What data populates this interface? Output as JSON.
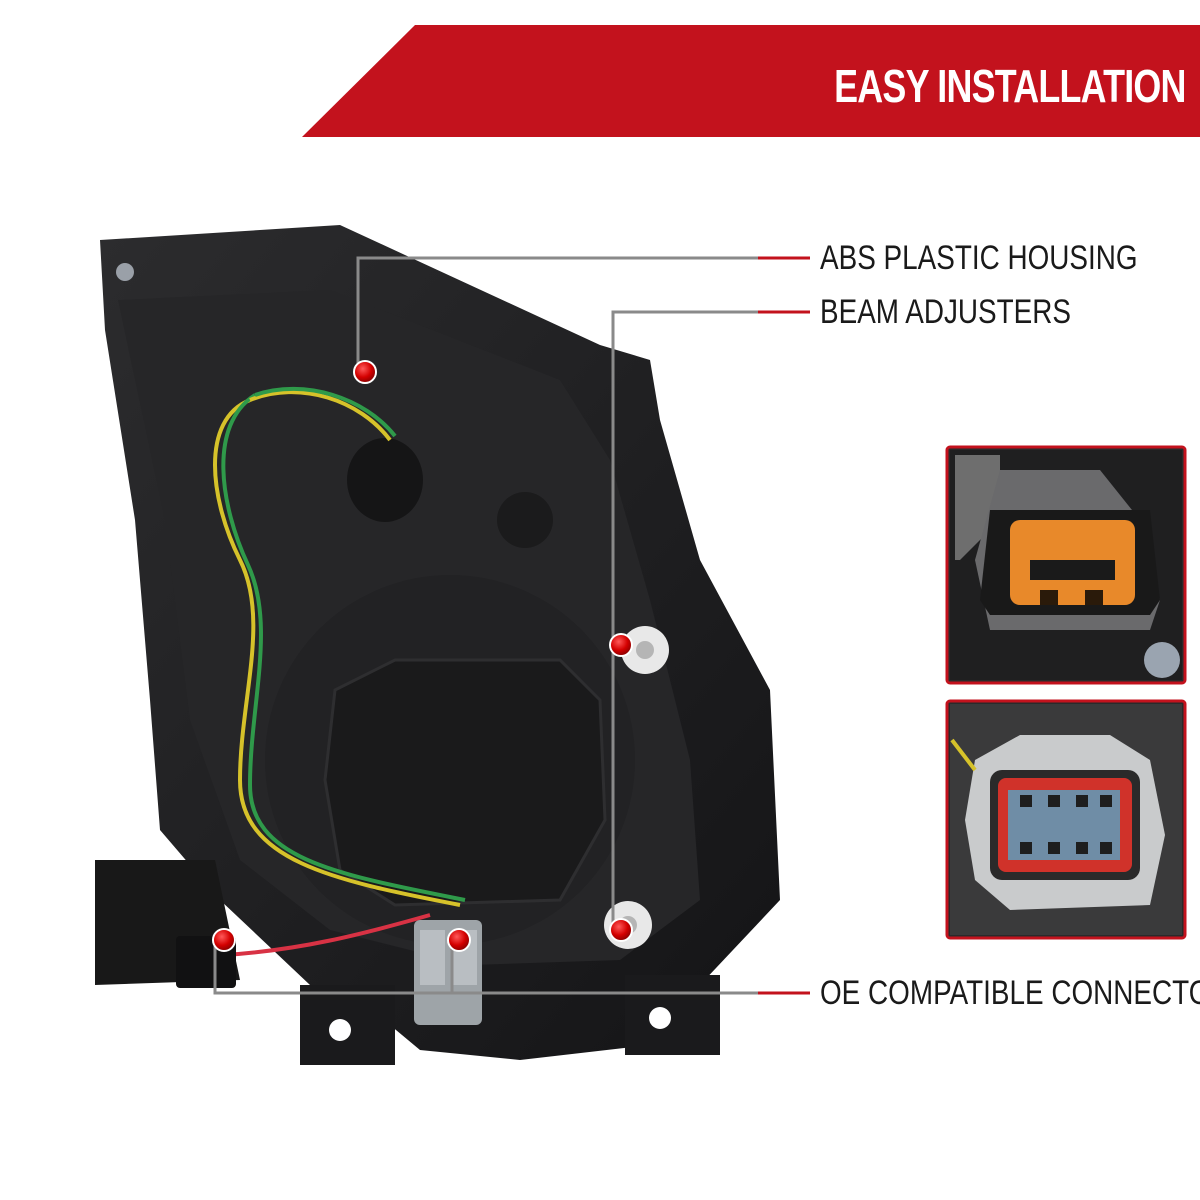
{
  "banner": {
    "title": "EASY INSTALLATION",
    "color": "#c3121d"
  },
  "callouts": [
    {
      "id": "abs",
      "label": "ABS PLASTIC HOUSING"
    },
    {
      "id": "beam",
      "label": "BEAM ADJUSTERS"
    },
    {
      "id": "oe",
      "label": "OE COMPATIBLE CONNECTORS"
    }
  ],
  "colors": {
    "accent": "#c3121d",
    "leader_line": "#8a8a8a",
    "housing": "#1e1e20"
  }
}
